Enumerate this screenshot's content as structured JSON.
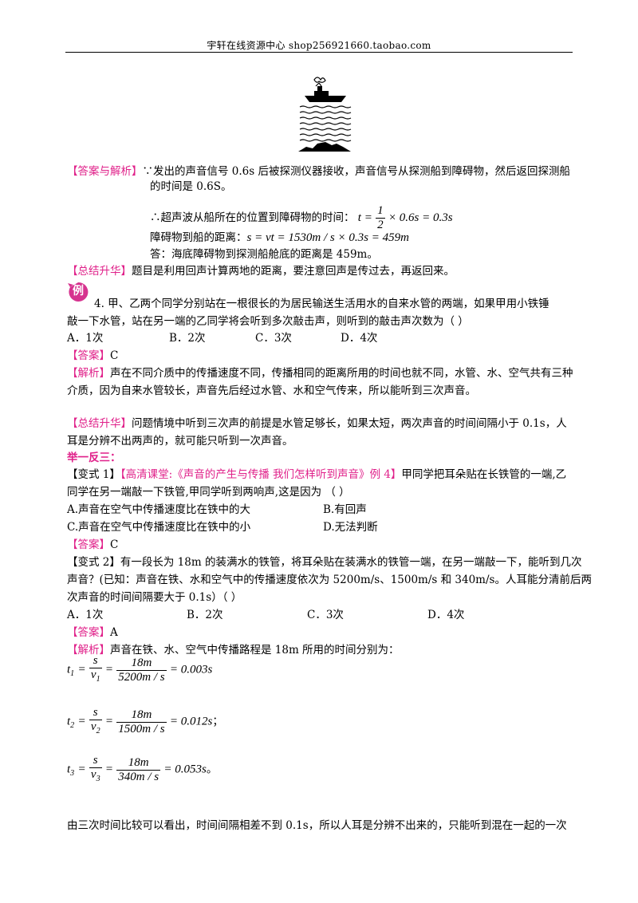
{
  "header": {
    "text": "宇轩在线资源中心   shop256921660.taobao.com"
  },
  "q3": {
    "answer_tag": "【答案与解析】",
    "line1": "∵发出的声音信号 0.6s 后被探测仪器接收，声音信号从探测船到障碍物，然后返回探测船",
    "line2": "的时间是 0.6S。",
    "line3_prefix": "∴超声波从船所在的位置到障碍物的时间：",
    "line3_math_pre": "t =",
    "line3_frac_n": "1",
    "line3_frac_d": "2",
    "line3_math_post": "× 0.6s = 0.3s",
    "line4_prefix": "障碍物到船的距离：",
    "line4_math": "s = vt = 1530m / s × 0.3s = 459m",
    "line5": "答：海底障碍物到探测船舱底的距离是 459m。",
    "summary_tag": "【总结升华】",
    "summary_text": "题目是利用回声计算两地的距离，要注意回声是传过去，再返回来。"
  },
  "q4": {
    "badge": "例",
    "line1": "4.  甲、乙两个同学分别站在一根很长的为居民输送生活用水的自来水管的两端，如果甲用小铁锤",
    "line2": "敲一下水管，站在另一端的乙同学将会听到多次敲击声，则听到的敲击声次数为（     ）",
    "options": [
      "A．1次",
      "B．2次",
      "C．3次",
      "D．4次"
    ],
    "answer_tag": "【答案】",
    "answer": "C",
    "analysis_tag": "【解析】",
    "analysis1": "声在不同介质中的传播速度不同，传播相同的距离所用的时间也就不同，水管、水、空气共有三种",
    "analysis2": "介质，因为自来水管较长，声音先后经过水管、水和空气传来，所以能听到三次声音。",
    "summary_tag": "【总结升华】",
    "summary1": "问题情境中听到三次声的前提是水管足够长，如果太短，两次声音的时间间隔小于 0.1s，人",
    "summary2": "耳是分辨不出两声的，就可能只听到一次声音。"
  },
  "section_title": "举一反三：",
  "v1": {
    "tag": "【变式 1】",
    "ref": "【高清课堂:《声音的产生与传播  我们怎样听到声音》例 4】",
    "line1_tail": "甲同学把耳朵贴在长铁管的一端,乙",
    "line2": "同学在另一端敲一下铁管,甲同学听到两响声,这是因为  （       ）",
    "optA": "A.声音在空气中传播速度比在铁中的大",
    "optB": "B.有回声",
    "optC": "C.声音在空气中传播速度比在铁中的小",
    "optD": "D.无法判断",
    "answer_tag": "【答案】",
    "answer": "C"
  },
  "v2": {
    "tag": "【变式 2】",
    "line1_tail": "有一段长为 18m 的装满水的铁管，将耳朵贴在装满水的铁管一端，在另一端敲一下，能听到几次",
    "line2": "声音？(已知：声音在铁、水和空气中的传播速度依次为 5200m/s、1500m/s 和 340m/s。人耳能分清前后两",
    "line3": "次声音的时间间隔要大于 0.1s）（     ）",
    "options": [
      "A．1次",
      "B．2次",
      "C．3次",
      "D．4次"
    ],
    "answer_tag": "【答案】",
    "answer": "A",
    "analysis_tag": "【解析】",
    "analysis": "声音在铁、水、空气中传播路程是 18m 所用的时间分别为：",
    "eqs": [
      {
        "t": "t",
        "sub": "1",
        "vsub": "1",
        "num": "18m",
        "den": "5200m / s",
        "result": "= 0.003s",
        "tail": ""
      },
      {
        "t": "t",
        "sub": "2",
        "vsub": "2",
        "num": "18m",
        "den": "1500m / s",
        "result": "= 0.012s",
        "tail": "；"
      },
      {
        "t": "t",
        "sub": "3",
        "vsub": "3",
        "num": "18m",
        "den": "340m / s",
        "result": "= 0.053s",
        "tail": "。"
      }
    ],
    "conclusion": "由三次时间比较可以看出，时间间隔相差不到 0.1s，所以人耳是分辨不出来的，只能听到混在一起的一次"
  }
}
